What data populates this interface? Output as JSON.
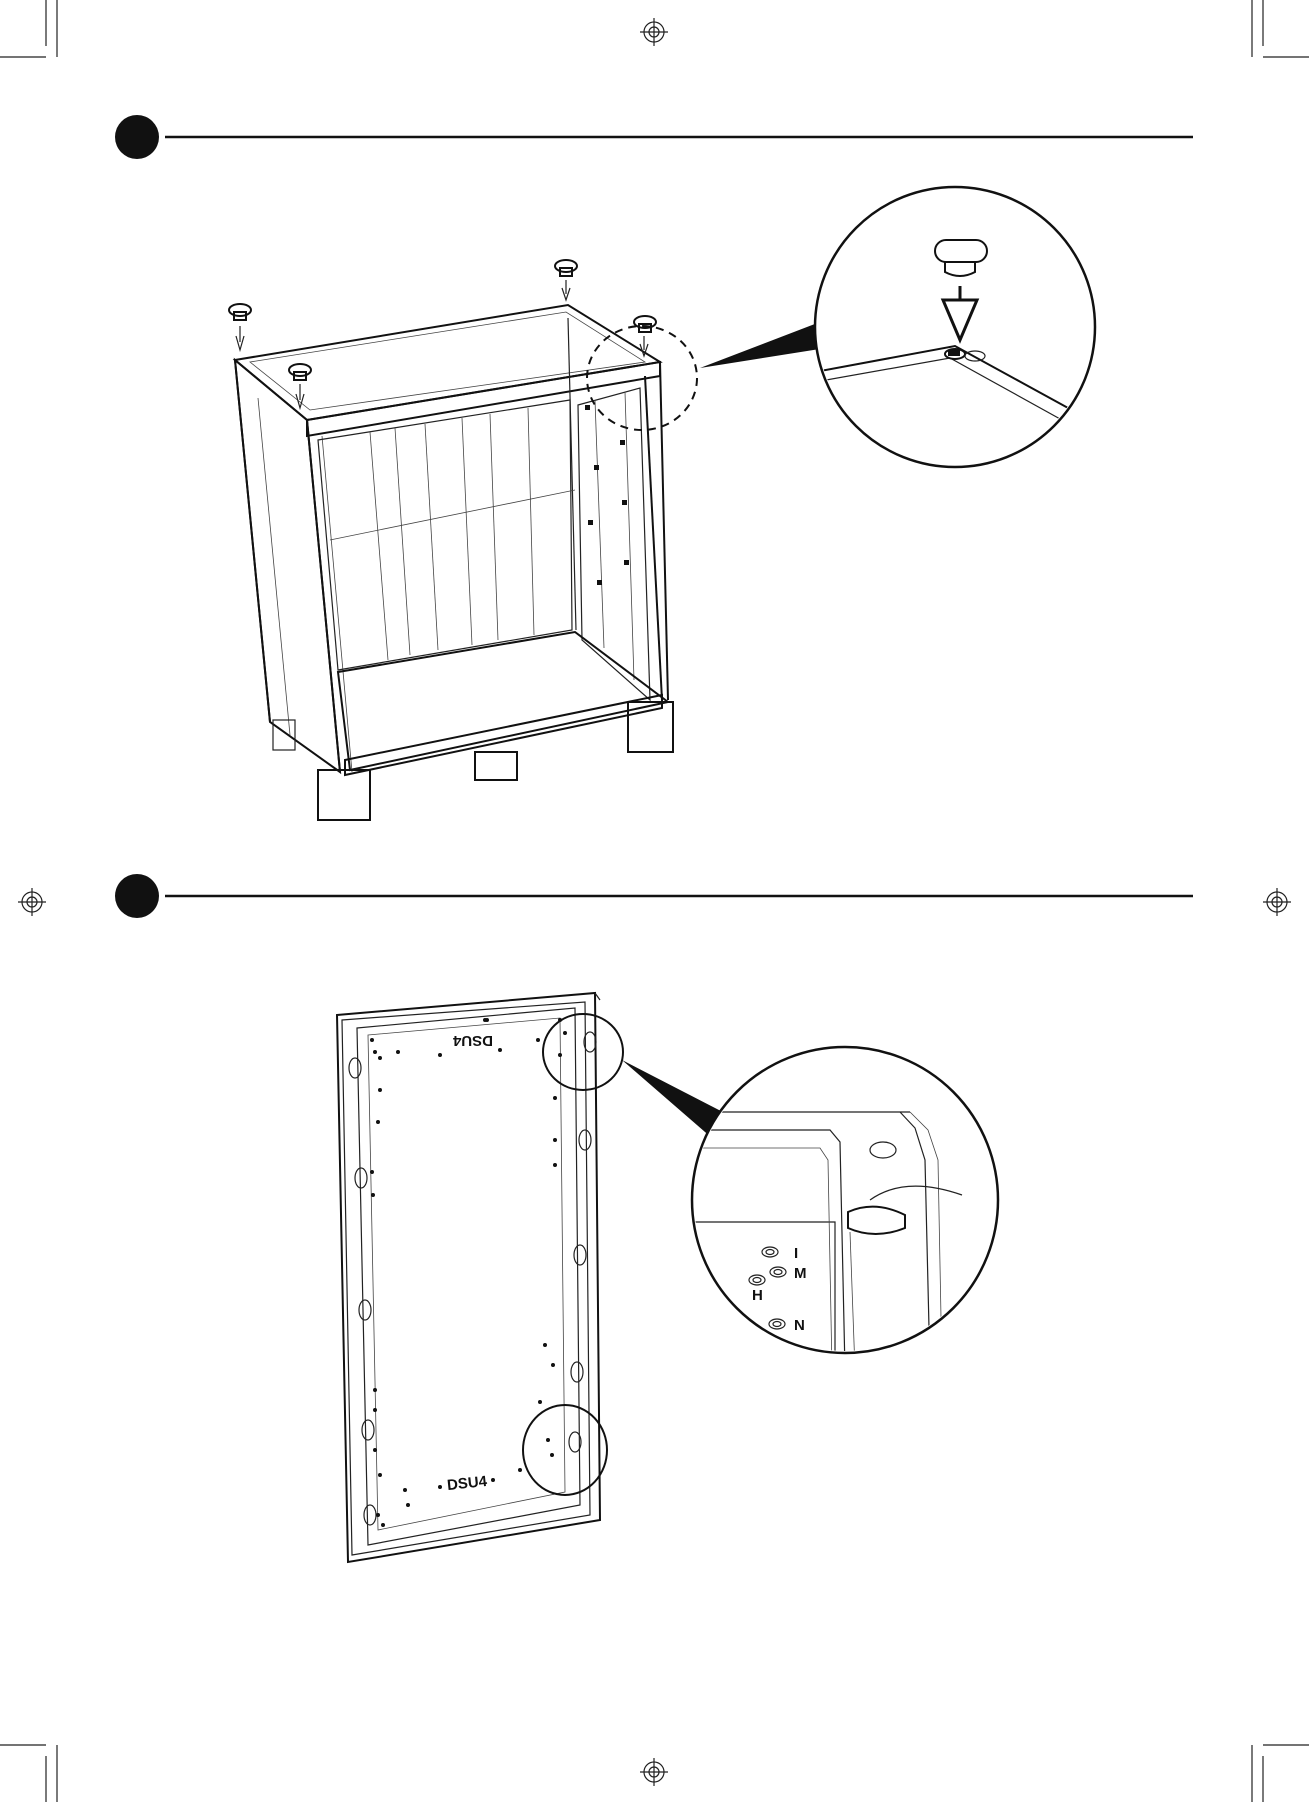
{
  "panel": {
    "label_top": "DSU4",
    "label_bottom": "DSU4"
  },
  "detail": {
    "hole_labels": [
      "I",
      "M",
      "H",
      "N"
    ]
  },
  "colors": {
    "ink": "#111111",
    "paper": "#ffffff"
  }
}
